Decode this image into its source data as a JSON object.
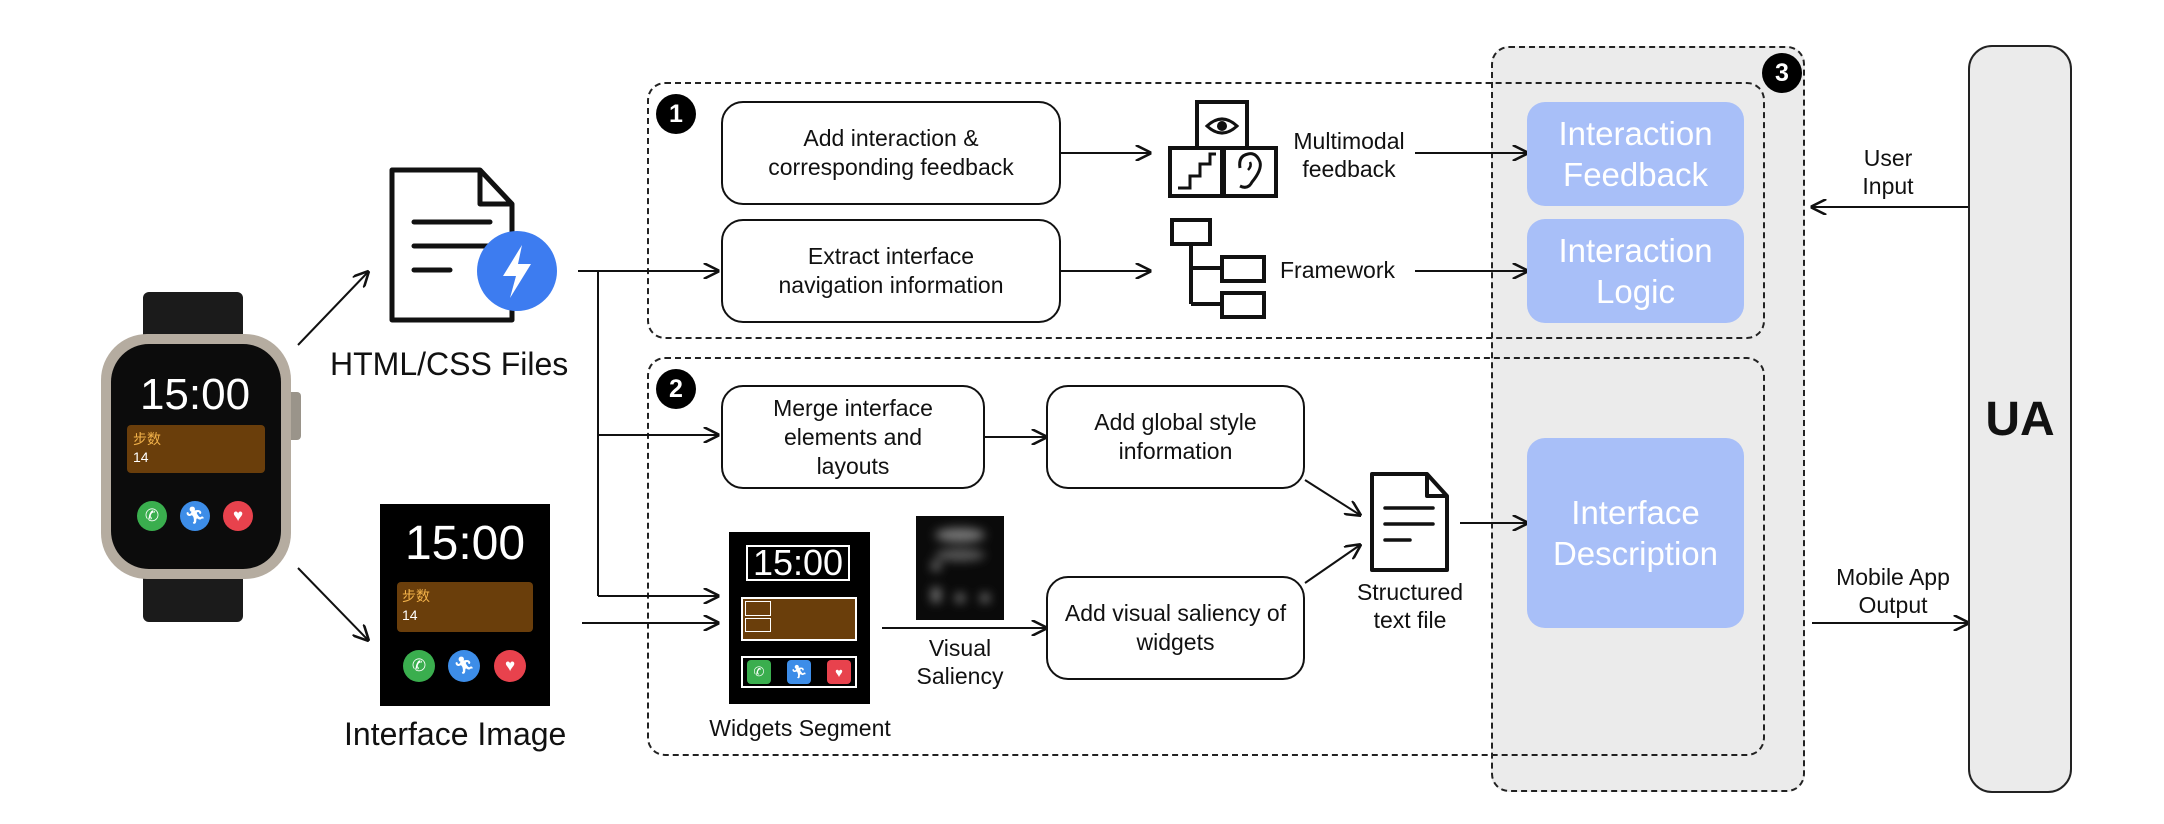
{
  "watch": {
    "time": "15:00",
    "steps_label": "步数",
    "steps_value": "14"
  },
  "files": {
    "html_css_label": "HTML/CSS Files",
    "interface_image_label": "Interface Image"
  },
  "modules": {
    "one": "1",
    "two": "2",
    "three": "3"
  },
  "process": {
    "add_interaction": "Add interaction & corresponding feedback",
    "extract_navigation": "Extract interface navigation information",
    "merge_elements": "Merge interface elements and layouts",
    "add_global_style": "Add global style information",
    "add_saliency": "Add visual saliency of widgets"
  },
  "labels": {
    "multimodal_feedback": "Multimodal feedback",
    "framework": "Framework",
    "widgets_segment": "Widgets Segment",
    "visual_saliency": "Visual Saliency",
    "structured_text_file": "Structured text file",
    "user_input": "User Input",
    "mobile_app_output": "Mobile App Output"
  },
  "outputs": {
    "interaction_feedback": "Interaction Feedback",
    "interaction_logic": "Interaction Logic",
    "interface_description": "Interface Description"
  },
  "ua": {
    "label": "UA"
  },
  "colors": {
    "output_blue": "#a8bff8",
    "panel_gray": "#ebebeb",
    "lightning_blue": "#3d7cf0",
    "watch_dark": "#101010",
    "steps_brown": "#6a3e0b"
  },
  "icons": [
    "watch-device",
    "html-document-icon",
    "lightning-icon",
    "eye-icon",
    "stairs-icon",
    "ear-icon",
    "tree-framework-icon",
    "structured-document-icon",
    "phone-icon",
    "runner-icon",
    "heart-icon"
  ]
}
